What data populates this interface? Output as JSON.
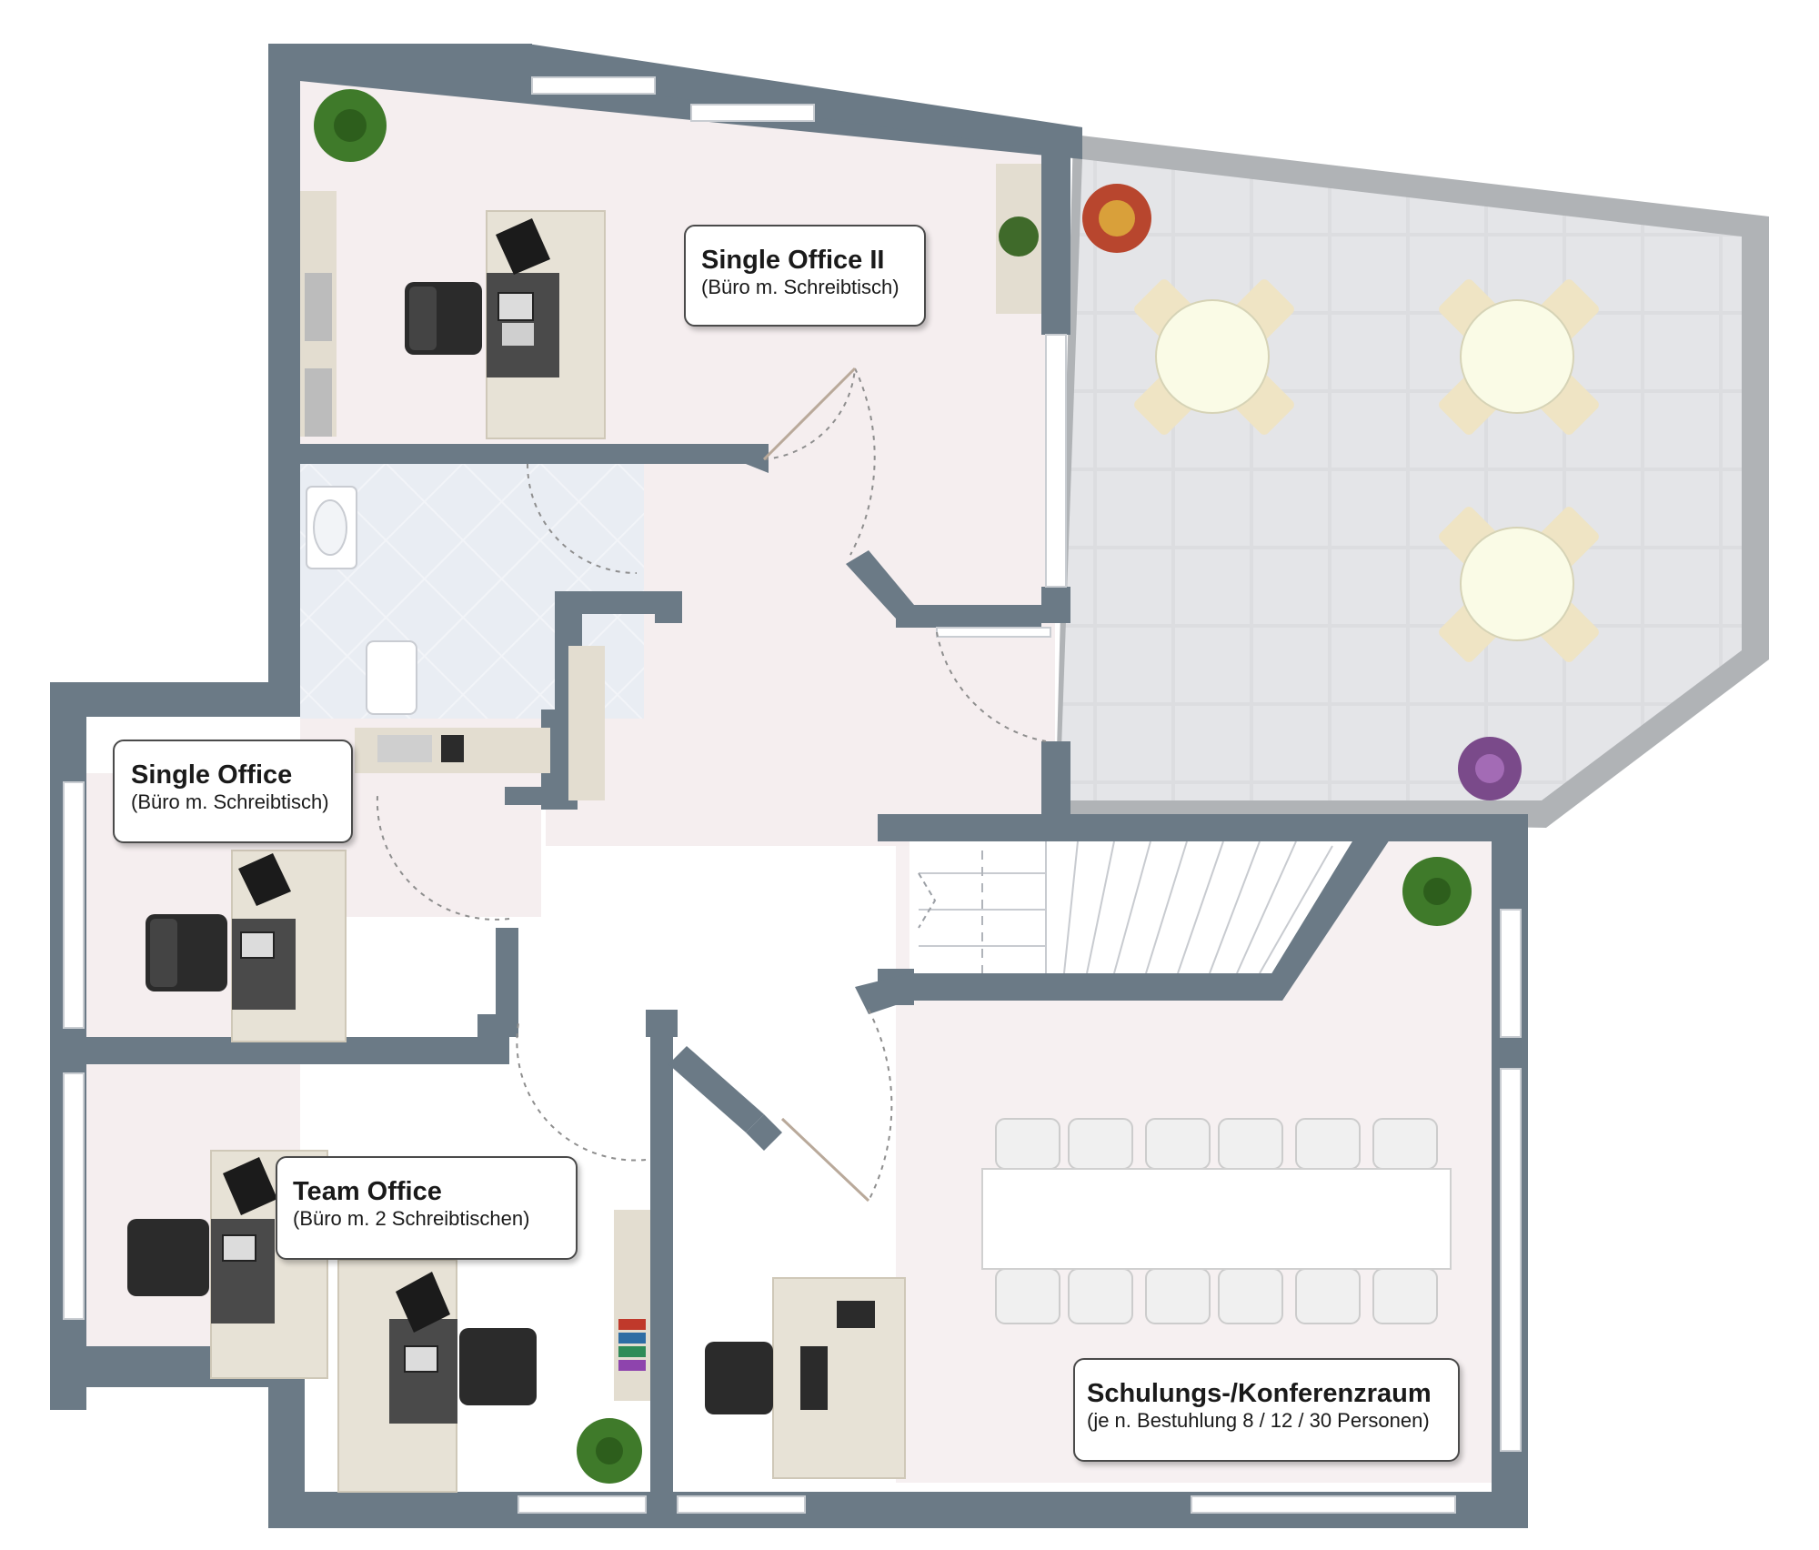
{
  "rooms": [
    {
      "title": "Single Office II",
      "subtitle": "(Büro m. Schreibtisch)"
    },
    {
      "title": "Single Office",
      "subtitle": "(Büro m. Schreibtisch)"
    },
    {
      "title": "Team Office",
      "subtitle": "(Büro m. 2 Schreibtischen)"
    },
    {
      "title": "Schulungs-/Konferenzraum",
      "subtitle": "(je n. Bestuhlung 8 / 12 / 30 Personen)"
    }
  ],
  "colors": {
    "wall": "#6b7a86",
    "floor": "#f5eeef",
    "terrace": "#dcdde0",
    "terrace_rim": "#b0b3b6",
    "bathroom": "#eef1f6",
    "desk": "#e7e2d6",
    "chair_dark": "#2b2b2b",
    "table_round": "#fafbe6",
    "chair_beige": "#efe4c4",
    "plant": "#3f7a2a"
  },
  "icons": [
    "plant-icon",
    "flower-pot-icon",
    "desk-icon",
    "office-chair-icon",
    "laptop-icon",
    "monitor-icon",
    "round-table-icon",
    "conference-table-icon",
    "stairs-icon",
    "sink-icon",
    "toilet-icon",
    "shelf-icon",
    "window-icon",
    "door-swing-icon"
  ]
}
